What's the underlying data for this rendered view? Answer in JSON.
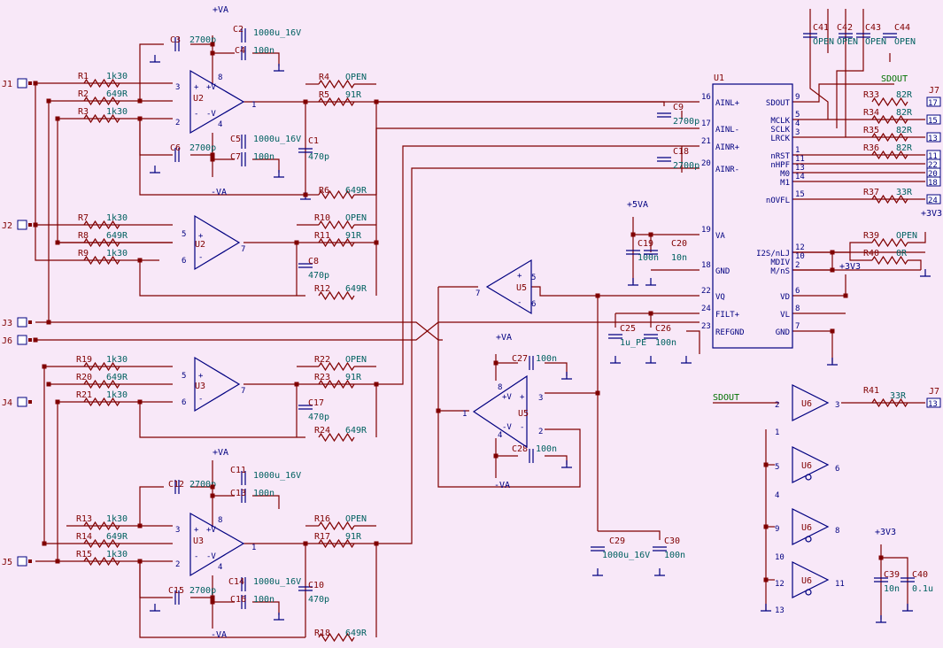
{
  "connectors": {
    "J1": "J1",
    "J2": "J2",
    "J3": "J3",
    "J6": "J6",
    "J4": "J4",
    "J5": "J5",
    "J7a": "J7",
    "J7b": "J7"
  },
  "resistors": {
    "R1": [
      "R1",
      "1k30"
    ],
    "R2": [
      "R2",
      "649R"
    ],
    "R3": [
      "R3",
      "1k30"
    ],
    "R4": [
      "R4",
      "OPEN"
    ],
    "R5": [
      "R5",
      "91R"
    ],
    "R6": [
      "R6",
      "649R"
    ],
    "R7": [
      "R7",
      "1k30"
    ],
    "R8": [
      "R8",
      "649R"
    ],
    "R9": [
      "R9",
      "1k30"
    ],
    "R10": [
      "R10",
      "OPEN"
    ],
    "R11": [
      "R11",
      "91R"
    ],
    "R12": [
      "R12",
      "649R"
    ],
    "R19": [
      "R19",
      "1k30"
    ],
    "R20": [
      "R20",
      "649R"
    ],
    "R21": [
      "R21",
      "1k30"
    ],
    "R22": [
      "R22",
      "OPEN"
    ],
    "R23": [
      "R23",
      "91R"
    ],
    "R24": [
      "R24",
      "649R"
    ],
    "R13": [
      "R13",
      "1k30"
    ],
    "R14": [
      "R14",
      "649R"
    ],
    "R15": [
      "R15",
      "1k30"
    ],
    "R16": [
      "R16",
      "OPEN"
    ],
    "R17": [
      "R17",
      "91R"
    ],
    "R18": [
      "R18",
      "649R"
    ],
    "R33": [
      "R33",
      "82R"
    ],
    "R34": [
      "R34",
      "82R"
    ],
    "R35": [
      "R35",
      "82R"
    ],
    "R36": [
      "R36",
      "82R"
    ],
    "R37": [
      "R37",
      "33R"
    ],
    "R39": [
      "R39",
      "OPEN"
    ],
    "R40": [
      "R40",
      "0R"
    ],
    "R41": [
      "R41",
      "33R"
    ]
  },
  "capacitors": {
    "C3": [
      "C3",
      "2700p"
    ],
    "C2": [
      "C2",
      "1000u_16V"
    ],
    "C4": [
      "C4",
      "100n"
    ],
    "C6": [
      "C6",
      "2700p"
    ],
    "C5": [
      "C5",
      "1000u_16V"
    ],
    "C7": [
      "C7",
      "100n"
    ],
    "C1": [
      "C1",
      "470p"
    ],
    "C8": [
      "C8",
      "470p"
    ],
    "C17": [
      "C17",
      "470p"
    ],
    "C12": [
      "C12",
      "2700p"
    ],
    "C11": [
      "C11",
      "1000u_16V"
    ],
    "C13": [
      "C13",
      "100n"
    ],
    "C15": [
      "C15",
      "2700p"
    ],
    "C14": [
      "C14",
      "1000u_16V"
    ],
    "C16": [
      "C16",
      "100n"
    ],
    "C10": [
      "C10",
      "470p"
    ],
    "C9": [
      "C9",
      "2700p"
    ],
    "C18": [
      "C18",
      "2700p"
    ],
    "C19": [
      "C19",
      "100n"
    ],
    "C20": [
      "C20",
      "10n"
    ],
    "C25": [
      "C25",
      "1u_PE"
    ],
    "C26": [
      "C26",
      "100n"
    ],
    "C27": [
      "C27",
      "100n"
    ],
    "C28": [
      "C28",
      "100n"
    ],
    "C29": [
      "C29",
      "1000u_16V"
    ],
    "C30": [
      "C30",
      "100n"
    ],
    "C41": [
      "C41",
      "OPEN"
    ],
    "C42": [
      "C42",
      "OPEN"
    ],
    "C43": [
      "C43",
      "OPEN"
    ],
    "C44": [
      "C44",
      "OPEN"
    ],
    "C39": [
      "C39",
      "10n"
    ],
    "C40": [
      "C40",
      "0.1u"
    ]
  },
  "parts": {
    "U1": "U1",
    "U2": "U2",
    "U3": "U3",
    "U5": "U5",
    "U6": "U6"
  },
  "u1_left_pins": [
    {
      "num": "16",
      "name": "AINL+"
    },
    {
      "num": "17",
      "name": "AINL-"
    },
    {
      "num": "21",
      "name": "AINR+"
    },
    {
      "num": "20",
      "name": "AINR-"
    },
    {
      "num": "19",
      "name": "VA"
    },
    {
      "num": "18",
      "name": "GND"
    },
    {
      "num": "22",
      "name": "VQ"
    },
    {
      "num": "24",
      "name": "FILT+"
    },
    {
      "num": "23",
      "name": "REFGND"
    }
  ],
  "u1_right_pins": [
    {
      "num": "9",
      "name": "SDOUT"
    },
    {
      "num": "5",
      "name": "MCLK"
    },
    {
      "num": "4",
      "name": "SCLK"
    },
    {
      "num": "3",
      "name": "LRCK"
    },
    {
      "num": "1",
      "name": "nRST"
    },
    {
      "num": "11",
      "name": "nHPF"
    },
    {
      "num": "13",
      "name": "M0"
    },
    {
      "num": "14",
      "name": "M1"
    },
    {
      "num": "15",
      "name": "nOVFL"
    },
    {
      "num": "12",
      "name": "I2S/nLJ"
    },
    {
      "num": "10",
      "name": "MDIV"
    },
    {
      "num": "2",
      "name": "M/nS"
    },
    {
      "num": "6",
      "name": "VD"
    },
    {
      "num": "8",
      "name": "VL"
    },
    {
      "num": "7",
      "name": "GND"
    }
  ],
  "j7_pins": [
    "17",
    "15",
    "13",
    "11",
    "22",
    "20",
    "18",
    "24",
    "13"
  ],
  "power": {
    "va_pos": "+VA",
    "va_neg": "-VA",
    "v5": "+5VA",
    "v33": "+3V3"
  },
  "signals": {
    "sdout": "SDOUT"
  },
  "opamp_pins": {
    "p3": "3",
    "p2": "2",
    "p1": "1",
    "p8": "8",
    "p4": "4",
    "p5": "5",
    "p6": "6",
    "p7": "7",
    "pv": "+V",
    "nv": "-V",
    "plus": "+",
    "minus": "-"
  },
  "u6_pins": {
    "p1": "1",
    "p2": "2",
    "p3": "3",
    "p4": "4",
    "p5": "5",
    "p6": "6",
    "p8": "8",
    "p9": "9",
    "p10": "10",
    "p11": "11",
    "p12": "12",
    "p13": "13"
  }
}
